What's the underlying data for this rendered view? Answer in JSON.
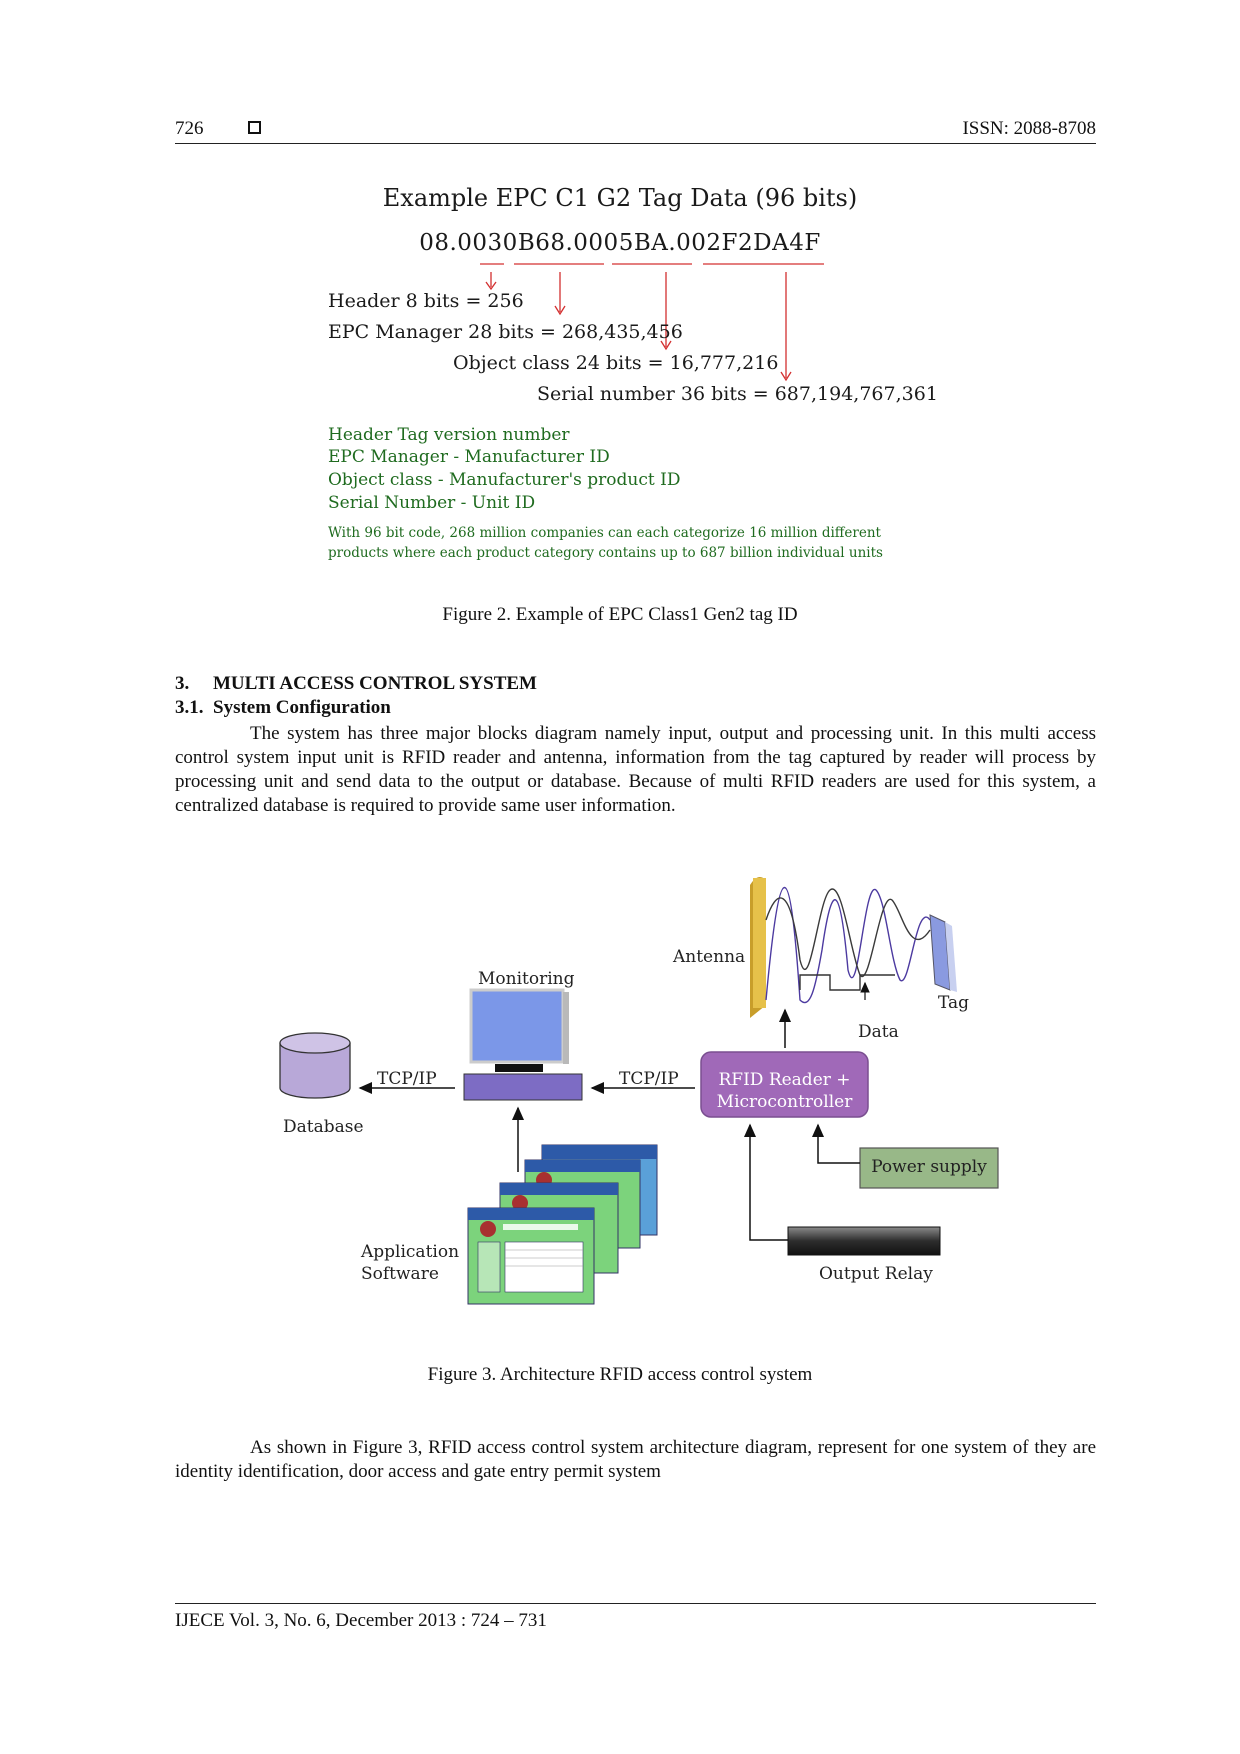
{
  "header": {
    "page_number": "726",
    "issn": "ISSN: 2088-8708"
  },
  "figure2": {
    "title": "Example EPC  C1 G2 Tag Data (96 bits)",
    "epc_code": "08.0030B68.0005BA.002F2DA4F",
    "bit_lines": [
      "Header 8 bits = 256",
      "EPC Manager  28 bits = 268,435,456",
      "Object class 24 bits = 16,777,216",
      "Serial number 36 bits = 687,194,767,361"
    ],
    "legend_lines": [
      "Header    Tag version number",
      "EPC Manager    -   Manufacturer ID",
      "Object class  -  Manufacturer's product ID",
      "Serial Number  -  Unit ID"
    ],
    "note_lines": [
      "With 96 bit code, 268 million companies can each categorize 16 million different",
      "products where each product category contains up to 687 billion individual units"
    ],
    "caption": "Figure 2. Example of EPC Class1 Gen2 tag ID"
  },
  "section": {
    "heading": "3.     MULTI ACCESS CONTROL SYSTEM",
    "subheading": "3.1.  System Configuration",
    "paragraph": "The system has three major blocks diagram namely input, output and processing unit. In this multi access control system input unit is RFID reader and antenna, information from the tag captured by reader will process by processing unit and send data to the output or database. Because of multi RFID readers are used for this system, a centralized database is required to provide same user information."
  },
  "figure3": {
    "labels": {
      "antenna": "Antenna",
      "monitoring": "Monitoring",
      "tag": "Tag",
      "data": "Data",
      "tcpip_left": "TCP/IP",
      "tcpip_right": "TCP/IP",
      "database": "Database",
      "reader_line1": "RFID Reader +",
      "reader_line2": "Microcontroller",
      "power_supply": "Power supply",
      "app_line1": "Application",
      "app_line2": "Software",
      "output_relay": "Output Relay"
    },
    "caption": "Figure 3. Architecture RFID access control system",
    "colors": {
      "reader": "#a069b8",
      "database": "#b8a8d8",
      "power": "#98b888",
      "screen": "#7b97e8",
      "monitor_base": "#7d6cc4",
      "antenna": "#e6c14a",
      "arrow_red": "#d33030"
    }
  },
  "body_text": "As shown in Figure 3, RFID access control system architecture diagram, represent for one system of they are identity identification, door access and gate entry permit system",
  "footer": "IJECE Vol. 3, No. 6, December 2013 :  724 – 731"
}
